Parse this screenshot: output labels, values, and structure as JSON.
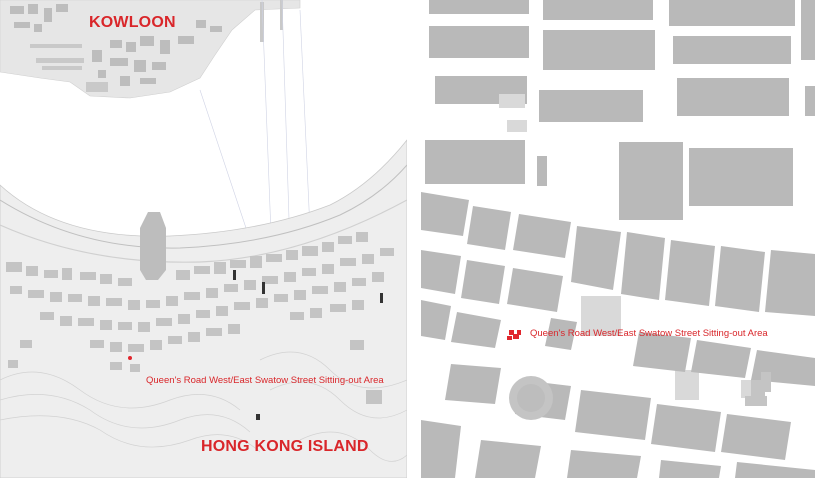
{
  "left_map": {
    "labels": {
      "kowloon": "KOWLOON",
      "hong_kong_island": "HONG KONG ISLAND",
      "site": "Queen's Road West/East Swatow Street Sitting-out Area"
    }
  },
  "right_map": {
    "labels": {
      "site": "Queen's Road West/East Swatow Street Sitting-out Area"
    }
  },
  "colors": {
    "building": "#b9b9b9",
    "light_block": "#d9d9d9",
    "road": "#ffffff",
    "urban_fabric": "#e8e8e8",
    "label_red": "#d9262a",
    "site_marker": "#e1262d"
  }
}
